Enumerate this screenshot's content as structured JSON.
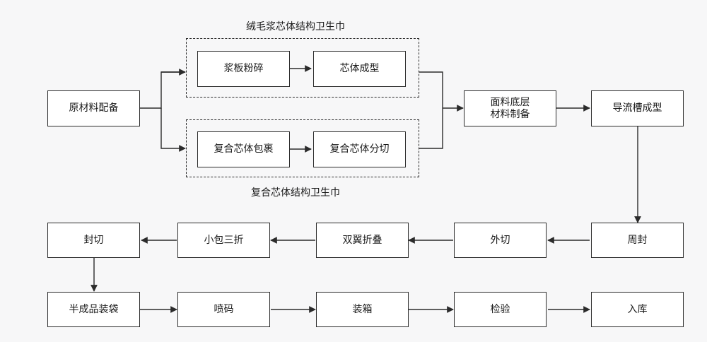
{
  "diagram": {
    "groups": {
      "top_label": "绒毛浆芯体结构卫生巾",
      "bottom_label": "复合芯体结构卫生巾"
    },
    "nodes": {
      "raw_material": "原材料配备",
      "pulp_crush": "浆板粉碎",
      "core_forming": "芯体成型",
      "composite_wrap": "复合芯体包裹",
      "composite_cut": "复合芯体分切",
      "surface_layer_line1": "面料底层",
      "surface_layer_line2": "材料制备",
      "groove_forming": "导流槽成型",
      "perimeter_seal": "周封",
      "outer_cut": "外切",
      "wing_fold": "双翼折叠",
      "small_pack_fold": "小包三折",
      "seal_cut": "封切",
      "semi_bagging": "半成品装袋",
      "inkjet_code": "喷码",
      "boxing": "装箱",
      "inspection": "检验",
      "warehousing": "入库"
    }
  }
}
